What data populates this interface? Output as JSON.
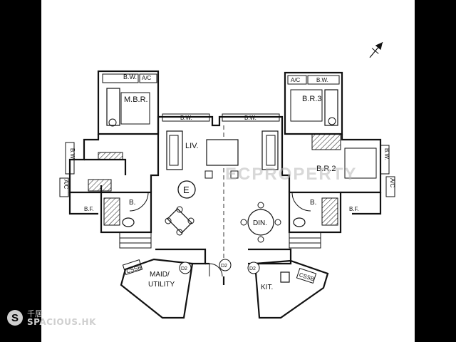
{
  "labels": {
    "mbr": "M.B.R.",
    "br3": "B.R.3",
    "br2": "B.R.2",
    "liv": "LIV.",
    "din": "DIN.",
    "maid": "MAID/",
    "utility": "UTILITY",
    "kit": "KIT.",
    "bath_left": "B.",
    "bath_right": "B.",
    "bw": "B.W.",
    "ac": "A/C",
    "bf": "B.F.",
    "d2": "D2",
    "entrance": "E",
    "cssb": "CSSB"
  },
  "watermark": "ECPROPERTY",
  "logo": {
    "mark": "S",
    "chinese": "千居",
    "name": "SPACIOUS.HK"
  },
  "colors": {
    "background": "#000000",
    "sheet": "#ffffff",
    "line": "#111111",
    "watermark": "#b9b9b9"
  }
}
